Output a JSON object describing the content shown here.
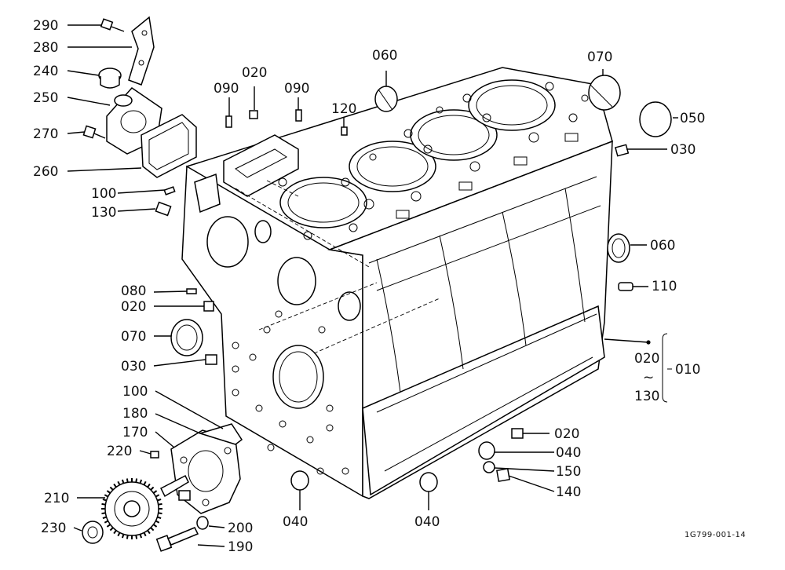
{
  "diagram": {
    "reference_code": "1G799-001-14",
    "callouts": [
      {
        "id": "c-290",
        "text": "290"
      },
      {
        "id": "c-280",
        "text": "280"
      },
      {
        "id": "c-240",
        "text": "240"
      },
      {
        "id": "c-250",
        "text": "250"
      },
      {
        "id": "c-270",
        "text": "270"
      },
      {
        "id": "c-260",
        "text": "260"
      },
      {
        "id": "c-100a",
        "text": "100"
      },
      {
        "id": "c-130a",
        "text": "130"
      },
      {
        "id": "c-090a",
        "text": "090"
      },
      {
        "id": "c-020a",
        "text": "020"
      },
      {
        "id": "c-090b",
        "text": "090"
      },
      {
        "id": "c-120",
        "text": "120"
      },
      {
        "id": "c-060a",
        "text": "060"
      },
      {
        "id": "c-070a",
        "text": "070"
      },
      {
        "id": "c-050",
        "text": "050"
      },
      {
        "id": "c-030a",
        "text": "030"
      },
      {
        "id": "c-060b",
        "text": "060"
      },
      {
        "id": "c-110",
        "text": "110"
      },
      {
        "id": "c-020r",
        "text": "020"
      },
      {
        "id": "c-tilde",
        "text": "~"
      },
      {
        "id": "c-130r",
        "text": "130"
      },
      {
        "id": "c-010",
        "text": "010"
      },
      {
        "id": "c-080",
        "text": "080"
      },
      {
        "id": "c-020b",
        "text": "020"
      },
      {
        "id": "c-070b",
        "text": "070"
      },
      {
        "id": "c-030b",
        "text": "030"
      },
      {
        "id": "c-100b",
        "text": "100"
      },
      {
        "id": "c-180",
        "text": "180"
      },
      {
        "id": "c-170",
        "text": "170"
      },
      {
        "id": "c-220",
        "text": "220"
      },
      {
        "id": "c-210",
        "text": "210"
      },
      {
        "id": "c-230",
        "text": "230"
      },
      {
        "id": "c-200",
        "text": "200"
      },
      {
        "id": "c-190",
        "text": "190"
      },
      {
        "id": "c-040a",
        "text": "040"
      },
      {
        "id": "c-040b",
        "text": "040"
      },
      {
        "id": "c-020c",
        "text": "020"
      },
      {
        "id": "c-040c",
        "text": "040"
      },
      {
        "id": "c-150",
        "text": "150"
      },
      {
        "id": "c-140",
        "text": "140"
      }
    ]
  }
}
